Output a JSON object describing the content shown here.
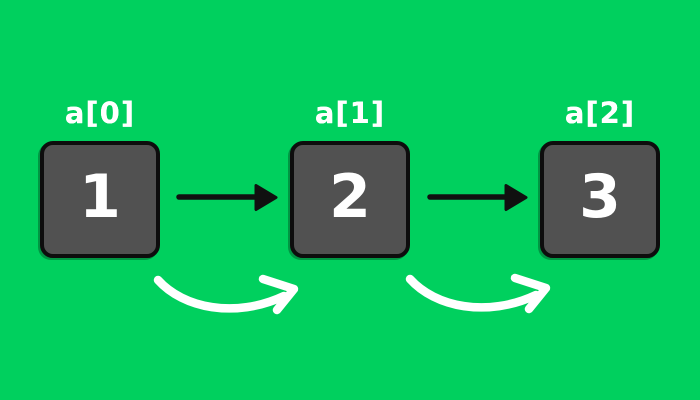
{
  "diagram": {
    "background_color": "#00d05e",
    "box_fill_color": "#515151",
    "box_border_color": "#0d0d0d",
    "text_color": "#ffffff",
    "straight_arrow_color": "#101010",
    "curved_arrow_color": "#ffffff",
    "cells": [
      {
        "index_label": "a[0]",
        "value": "1"
      },
      {
        "index_label": "a[1]",
        "value": "2"
      },
      {
        "index_label": "a[2]",
        "value": "3"
      }
    ]
  }
}
